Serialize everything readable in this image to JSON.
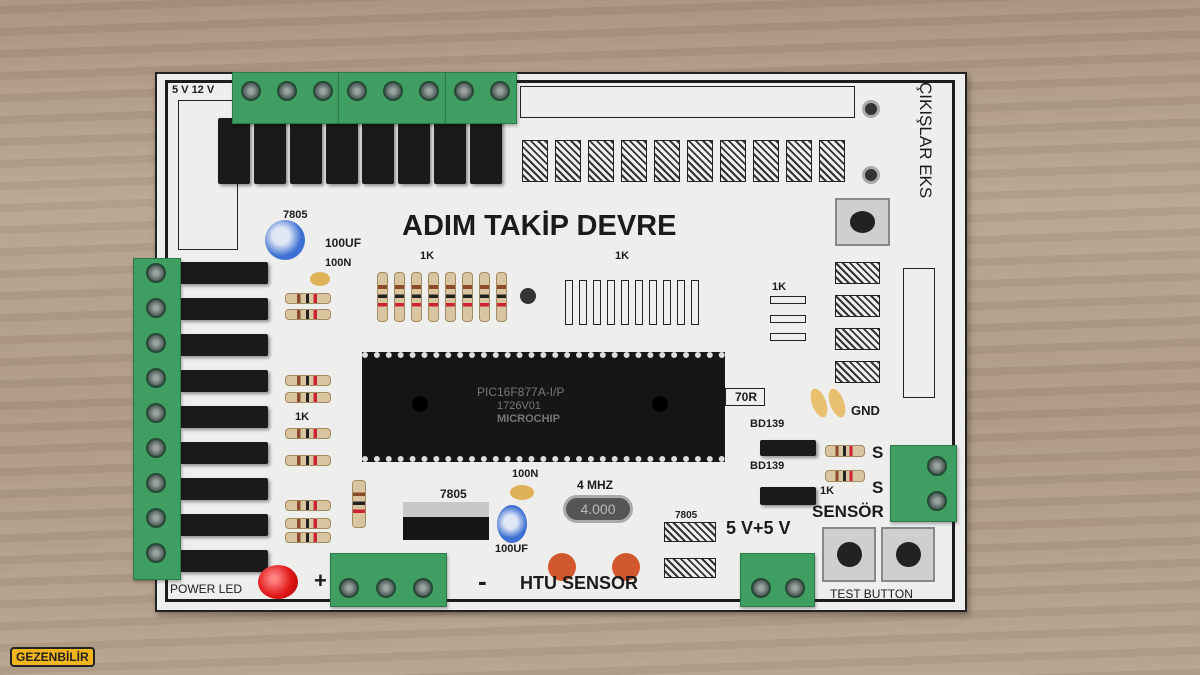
{
  "board": {
    "title": "ADIM TAKİP DEVRE",
    "voltage_label": "5 V 12 V",
    "outputs_label": "ÇIKIŞLAR EKS",
    "reg_top": "7805",
    "cap_top_uf": "100UF",
    "cap_top_n": "100N",
    "res_group_1": "1K",
    "res_group_2": "1K",
    "res_left": "1K",
    "res_right": "1K",
    "chip_part": "PIC16F877A-I/P",
    "chip_code": "1726V01",
    "chip_brand": "MICROCHIP",
    "res_70r": "70R",
    "gnd": "GND",
    "bd139_1": "BD139",
    "bd139_2": "BD139",
    "s1": "S",
    "s2": "S",
    "res_sensor": "1K",
    "sensor": "SENSÖR",
    "reg_bottom": "7805",
    "cap_bottom_n": "100N",
    "crystal_freq": "4 MHZ",
    "crystal_marking": "4.000",
    "cap_bottom_uf": "100UF",
    "reg_small": "7805",
    "htu": "HTU SENSOR",
    "supply": "5 V+5 V",
    "test_button": "TEST BUTTON",
    "power_led": "POWER LED",
    "plus": "+",
    "minus": "-"
  },
  "watermark": "GEZENBİLİR",
  "colors": {
    "terminal": "#3f9e62",
    "board": "#eeeeec",
    "led": "#e01818"
  }
}
